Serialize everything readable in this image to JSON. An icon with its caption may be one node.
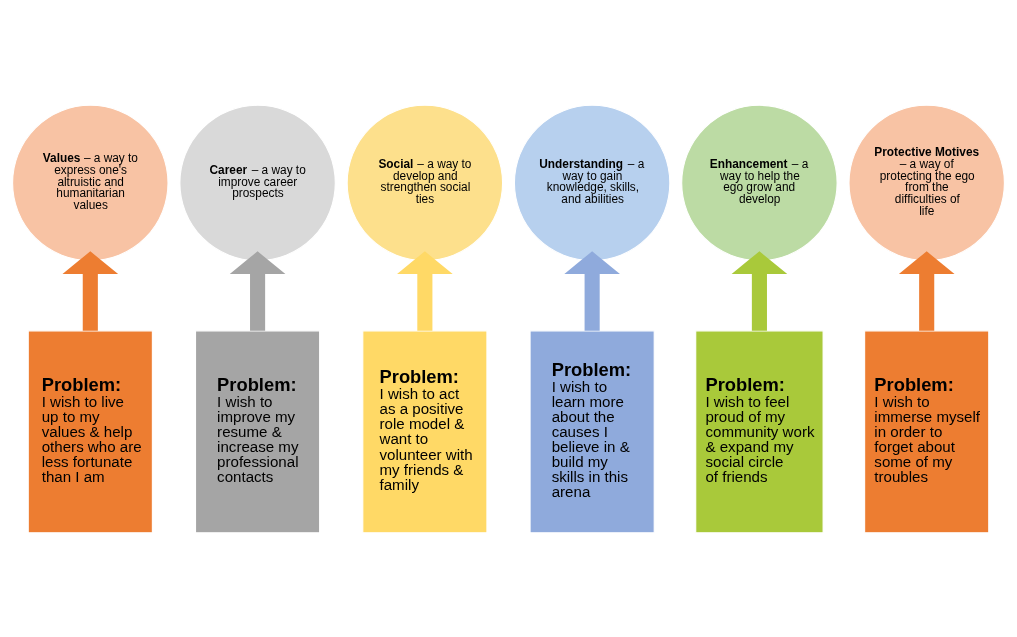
{
  "diagram": {
    "nodes": [
      {
        "text": [
          "**Values** – a way to express one's altruistic and humanitarian values"
        ]
      },
      {
        "text": [
          "**Career** – a way to improve career prospects"
        ]
      },
      {
        "text": [
          "**Social** – a way to develop and strengthen social ties"
        ]
      },
      {
        "text": [
          "**Understanding** – a way to gain knowledge, skills, and abilities"
        ]
      },
      {
        "text": [
          "**Enhancement** – a way to help the ego grow and develop"
        ]
      },
      {
        "text": [
          "**Protective Motives** – a way of protecting the ego from the difficulties of life"
        ]
      },
      {
        "text": [
          "Problem:",
          "I wish to live up to my values & help others who are less fortunate than I am"
        ]
      },
      {
        "text": [
          "Problem:",
          "I wish to improve my resume & increase my professional contacts"
        ]
      },
      {
        "text": [
          "Problem:",
          "I wish to act as a positive role model & want to volunteer with my friends & family"
        ]
      },
      {
        "text": [
          "Problem:",
          "I wish to learn more about the causes I believe in & build my skills in this arena"
        ]
      },
      {
        "text": [
          "Problem:",
          "I wish to feel proud of my community work & expand my social circle of friends"
        ]
      },
      {
        "text": [
          "Problem:",
          "I wish to immerse myself in order to forget about some of my troubles"
        ]
      }
    ],
    "edges": [
      {
        "from": 6,
        "to": 0,
        "arrow": "to",
        "color": "#ed7d31"
      },
      {
        "from": 7,
        "to": 1,
        "arrow": "to",
        "color": "#a5a5a5"
      },
      {
        "from": 8,
        "to": 2,
        "arrow": "to",
        "color": "#ffd966"
      },
      {
        "from": 9,
        "to": 3,
        "arrow": "to",
        "color": "#8faadc"
      },
      {
        "from": 10,
        "to": 4,
        "arrow": "to",
        "color": "#a9c93a"
      },
      {
        "from": 11,
        "to": 5,
        "arrow": "to",
        "color": "#ed7d31"
      }
    ]
  }
}
